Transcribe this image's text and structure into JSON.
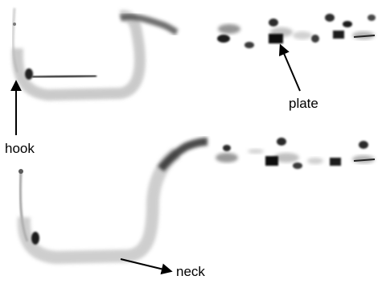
{
  "labels": {
    "plate": "plate",
    "hook": "hook",
    "neck": "neck"
  },
  "colors": {
    "ink": "#000000",
    "shadow_dark": "#1a1a1a",
    "shadow_mid": "#6e6e6e",
    "shadow_light": "#bdbdbd",
    "background": "#ffffff"
  }
}
